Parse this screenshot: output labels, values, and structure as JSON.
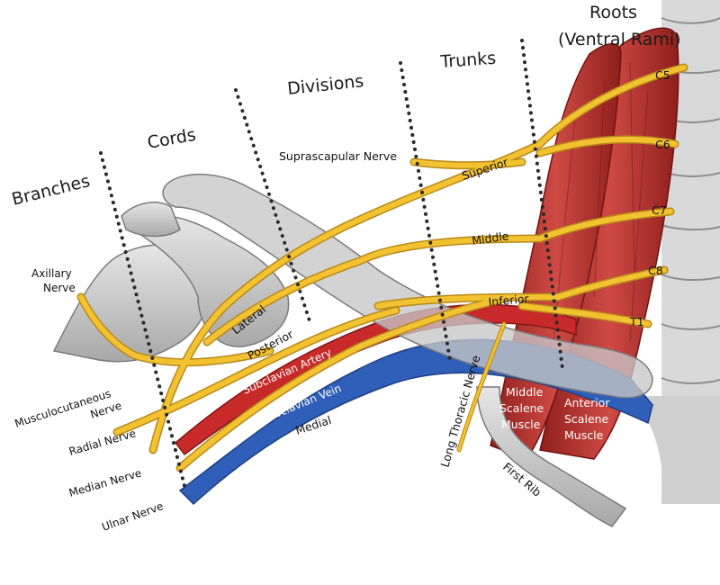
{
  "headers": {
    "branches": "Branches",
    "cords": "Cords",
    "divisions": "Divisions",
    "trunks": "Trunks",
    "roots_line1": "Roots",
    "roots_line2": "(Ventral Rami)"
  },
  "roots": [
    "C5",
    "C6",
    "C7",
    "C8",
    "T1"
  ],
  "trunks": {
    "superior": "Superior",
    "middle": "Middle",
    "inferior": "Inferior"
  },
  "cords": {
    "lateral": "Lateral",
    "posterior": "Posterior",
    "medial": "Medial"
  },
  "branches": {
    "axillary_line1": "Axillary",
    "axillary_line2": "Nerve",
    "musculocutaneous_line1": "Musculocutaneous",
    "musculocutaneous_line2": "Nerve",
    "radial": "Radial Nerve",
    "median": "Median Nerve",
    "ulnar": "Ulnar Nerve"
  },
  "other_nerves": {
    "suprascapular": "Suprascapular Nerve",
    "long_thoracic": "Long Thoracic Nerve"
  },
  "vessels": {
    "artery": "Subclavian Artery",
    "vein": "Subclavian Vein"
  },
  "muscles": {
    "middle_scalene": [
      "Middle",
      "Scalene",
      "Muscle"
    ],
    "anterior_scalene": [
      "Anterior",
      "Scalene",
      "Muscle"
    ]
  },
  "bones": {
    "first_rib": "First Rib"
  },
  "colors": {
    "nerve": "#f2c230",
    "nerve_edge": "#b8891a",
    "artery": "#c82a2a",
    "vein": "#2f5fb8",
    "muscle": "#b8322f",
    "bone": "#c9c9c9"
  }
}
